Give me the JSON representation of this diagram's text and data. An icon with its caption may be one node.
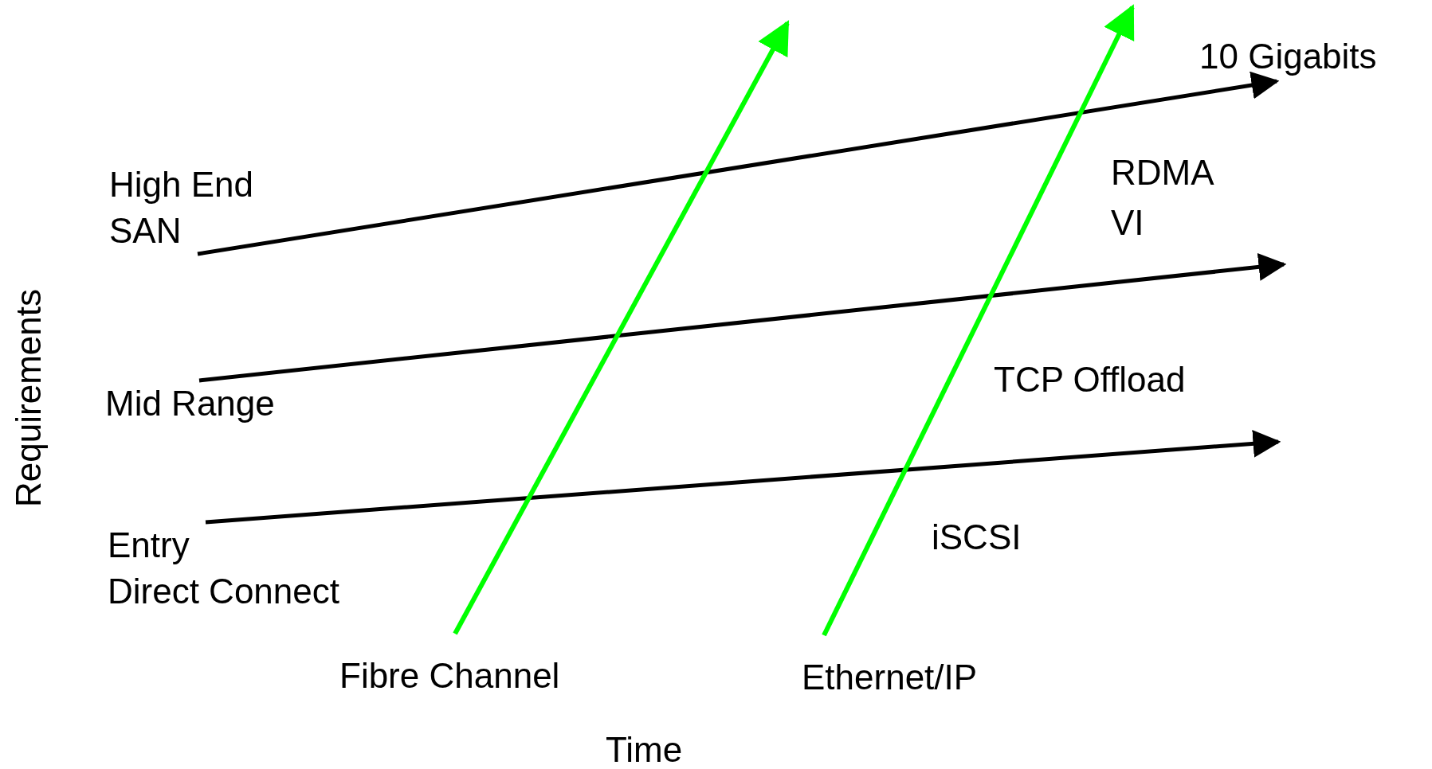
{
  "diagram": {
    "nodes": [
      {
        "text": [
          "High End SAN"
        ]
      },
      {
        "text": [
          "Mid Range"
        ]
      },
      {
        "text": [
          "Entry",
          "Direct Connect"
        ]
      },
      {
        "text": [
          "Fibre Channel"
        ]
      },
      {
        "text": [
          "Ethernet/IP"
        ]
      },
      {
        "text": [
          "10 Gigabits"
        ]
      }
    ],
    "edges": [
      {
        "from": 0,
        "to": 5,
        "arrow": "to"
      },
      {
        "from": 1,
        "to": null,
        "arrow": "to"
      },
      {
        "from": 2,
        "to": null,
        "arrow": "to"
      },
      {
        "from": 3,
        "to": null,
        "arrow": "to",
        "color": "#00ff00"
      },
      {
        "from": 4,
        "to": null,
        "arrow": "to",
        "color": "#00ff00"
      }
    ],
    "labels": [
      "RDMA",
      "VI",
      "TCP Offload",
      "iSCSI",
      "Requirements",
      "Time"
    ]
  }
}
